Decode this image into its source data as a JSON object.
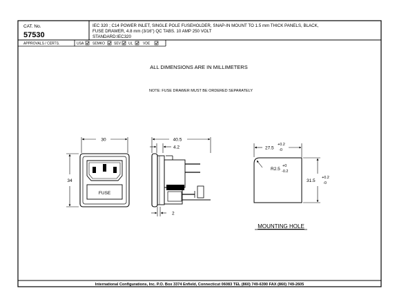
{
  "title_block": {
    "cat_label": "CAT. No.",
    "cat_number": "57530",
    "desc_line1": "IEC 320 ; C14 POWER INLET, SINGLE POLE FUSEHOLDER, SNAP-IN MOUNT TO 1.5 mm THICK PANELS, BLACK,",
    "desc_line2": "FUSE DRAWER, 4.8 mm (3/16\") QC TABS. 10 AMP 250 VOLT",
    "desc_line3": "STANDARD:IEC320"
  },
  "approvals": {
    "label": "APPROVALS / CERTS.",
    "items": [
      "USA",
      "SEMKO",
      "SEV",
      "UL",
      "VDE"
    ]
  },
  "notes": {
    "dimensions_note": "ALL DIMENSIONS ARE IN MILLIMETERS",
    "fuse_note": "NOTE: FUSE DRAWER MUST BE ORDERED SEPARATELY"
  },
  "front_view": {
    "width_dim": "30",
    "height_dim": "34",
    "fuse_label": "FUSE"
  },
  "side_view": {
    "depth_dim": "40.5",
    "flange_dim": "4.2",
    "panel_dim": "2"
  },
  "mounting_hole": {
    "width_dim": "27.5",
    "width_tol_plus": "+0.2",
    "width_tol_minus": "-0",
    "radius_label": "R2.5",
    "radius_tol_plus": "+0",
    "radius_tol_minus": "-0.2",
    "height_dim": "31.5",
    "height_tol_plus": "+0.2",
    "height_tol_minus": "-0",
    "caption": "MOUNTING HOLE"
  },
  "footer": {
    "text": "International Configurations, Inc.  P.O. Box 3374  Enfield, Connecticut 06083  TEL (860) 749-6390  FAX (860) 749-2605"
  }
}
